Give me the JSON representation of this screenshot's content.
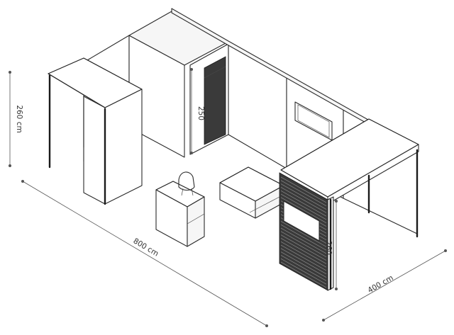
{
  "dimensions": {
    "height_left": "260 cm",
    "height_door": "250",
    "height_right": "260",
    "length": "800 cm",
    "depth": "400 cm"
  }
}
